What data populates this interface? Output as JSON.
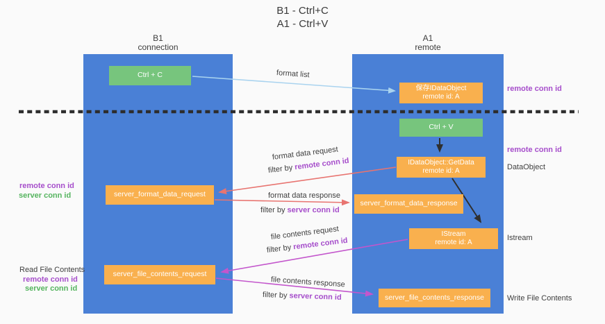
{
  "title": {
    "line1": "B1 - Ctrl+C",
    "line2": "A1 - Ctrl+V"
  },
  "columns": {
    "left": {
      "title": "B1",
      "subtitle": "connection"
    },
    "right": {
      "title": "A1",
      "subtitle": "remote"
    }
  },
  "boxes": {
    "ctrl_c": {
      "label": "Ctrl + C"
    },
    "save_dataobject": {
      "line1": "保存IDataObject",
      "line2": "remote id: A"
    },
    "ctrl_v": {
      "label": "Ctrl + V"
    },
    "getdata": {
      "line1": "IDataObject::GetData",
      "line2": "remote id: A"
    },
    "format_request": {
      "label": "server_format_data_request"
    },
    "format_response": {
      "label": "server_format_data_response"
    },
    "istream": {
      "line1": "IStream",
      "line2": "remote id: A"
    },
    "file_request": {
      "label": "server_file_contents_request"
    },
    "file_response": {
      "label": "server_file_contents_response"
    }
  },
  "edge_labels": {
    "format_list": "format list",
    "format_data_request": "format data request",
    "filter_remote_1": {
      "prefix": "filter by ",
      "id": "remote conn id"
    },
    "format_data_response": "format data response",
    "filter_server_1": {
      "prefix": "filter by ",
      "id": "server conn id"
    },
    "file_contents_request": "file contents request",
    "filter_remote_2": {
      "prefix": "filter by ",
      "id": "remote conn id"
    },
    "file_contents_response": "file contents response",
    "filter_server_2": {
      "prefix": "filter by ",
      "id": "server conn id"
    }
  },
  "side_labels": {
    "right_remote_top": "remote conn id",
    "right_remote_mid": "remote conn id",
    "dataobject": "DataObject",
    "istream": "Istream",
    "write_file_contents": "Write File Contents",
    "left_remote_top": "remote conn id",
    "left_server_top": "server conn id",
    "read_file_contents": "Read File Contents",
    "left_remote_bottom": "remote conn id",
    "left_server_bottom": "server conn id"
  },
  "colors": {
    "column_blue": "#4a80d6",
    "box_green": "#77c57d",
    "box_orange": "#f9b04e",
    "arrow_blue": "#a9d3ef",
    "arrow_red": "#e87470",
    "arrow_magenta": "#c356cc",
    "arrow_black": "#2f2f2f",
    "text_purple": "#a64ecb",
    "text_green": "#55b45f",
    "dash_black": "#2d2d2d"
  }
}
